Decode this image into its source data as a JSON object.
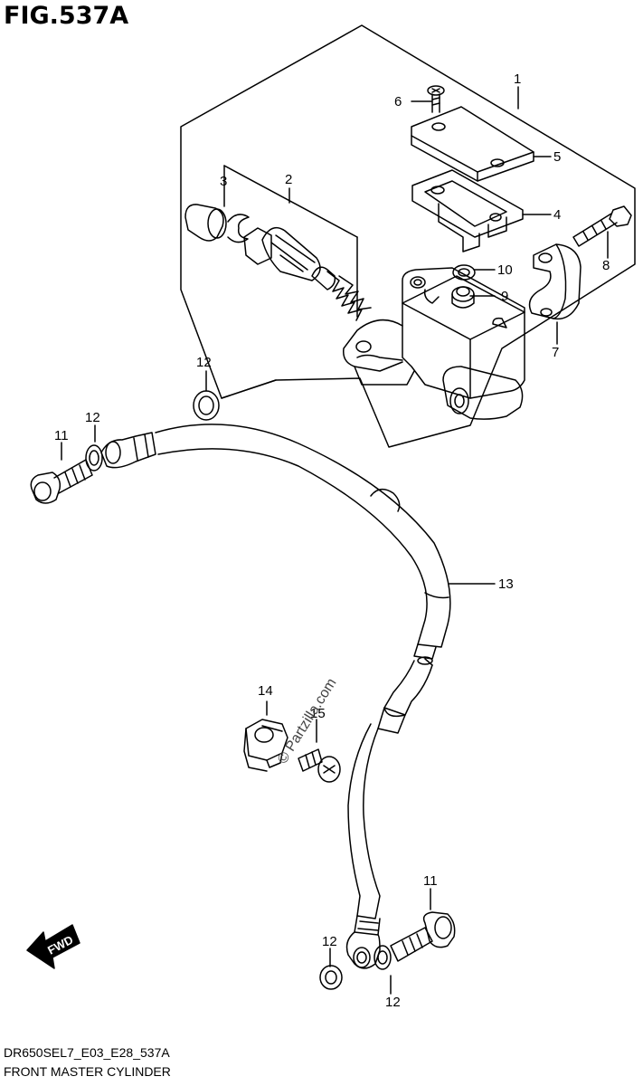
{
  "title": "FIG.537A",
  "model_code": "DR650SEL7_E03_E28_537A",
  "description": "FRONT MASTER CYLINDER",
  "watermark": "© Partzilla.com",
  "fwd": "FWD",
  "labels": {
    "l1": "1",
    "l2": "2",
    "l3": "3",
    "l4": "4",
    "l5": "5",
    "l6": "6",
    "l7": "7",
    "l8": "8",
    "l9": "9",
    "l10": "10",
    "l11a": "11",
    "l11b": "11",
    "l12a": "12",
    "l12b": "12",
    "l12c": "12",
    "l12d": "12",
    "l13": "13",
    "l14": "14",
    "l15": "15"
  }
}
